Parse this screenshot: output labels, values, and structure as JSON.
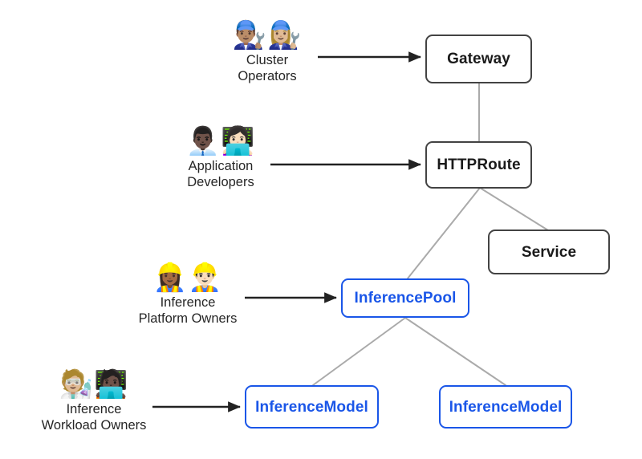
{
  "diagram": {
    "title": "Gateway API Inference Extension personas and resources",
    "background_color": "#ffffff",
    "colors": {
      "core_border": "#434343",
      "core_text": "#1a1a1a",
      "inference_border": "#1a56e8",
      "inference_text": "#1a56e8",
      "connector": "#aaaaaa",
      "arrow": "#222222",
      "actor_text": "#262626"
    }
  },
  "nodes": [
    {
      "id": "gateway",
      "label": "Gateway",
      "kind": "core"
    },
    {
      "id": "httproute",
      "label": "HTTPRoute",
      "kind": "core"
    },
    {
      "id": "service",
      "label": "Service",
      "kind": "core"
    },
    {
      "id": "inferencepool",
      "label": "InferencePool",
      "kind": "inference"
    },
    {
      "id": "inferencemodel-left",
      "label": "InferenceModel",
      "kind": "inference"
    },
    {
      "id": "inferencemodel-right",
      "label": "InferenceModel",
      "kind": "inference"
    }
  ],
  "actors": [
    {
      "id": "cluster-operators",
      "emojis": "👨🏽‍🔧👩🏼‍🔧",
      "emoji_names": [
        "man-mechanic-icon",
        "woman-mechanic-icon"
      ],
      "line1": "Cluster",
      "line2": "Operators",
      "targets": "gateway"
    },
    {
      "id": "application-developers",
      "emojis": "👨🏿‍💼👩🏻‍💻",
      "emoji_names": [
        "man-office-worker-icon",
        "woman-technologist-icon"
      ],
      "line1": "Application",
      "line2": "Developers",
      "targets": "httproute"
    },
    {
      "id": "inference-platform-owners",
      "emojis": "👷🏾‍♀️👷🏻‍♂️",
      "emoji_names": [
        "woman-construction-worker-icon",
        "man-construction-worker-icon"
      ],
      "line1": "Inference",
      "line2": "Platform Owners",
      "targets": "inferencepool"
    },
    {
      "id": "inference-workload-owners",
      "emojis": "🧑🏼‍🔬🧑🏿‍💻",
      "emoji_names": [
        "scientist-icon",
        "technologist-icon"
      ],
      "line1": "Inference",
      "line2": "Workload Owners",
      "targets": "inferencemodel-left"
    }
  ],
  "connections": [
    {
      "from": "gateway",
      "to": "httproute",
      "style": "plain-line"
    },
    {
      "from": "httproute",
      "to": "service",
      "style": "plain-line"
    },
    {
      "from": "httproute",
      "to": "inferencepool",
      "style": "plain-line"
    },
    {
      "from": "inferencepool",
      "to": "inferencemodel-left",
      "style": "plain-line"
    },
    {
      "from": "inferencepool",
      "to": "inferencemodel-right",
      "style": "plain-line"
    }
  ],
  "arrows": [
    {
      "from": "cluster-operators",
      "to": "gateway"
    },
    {
      "from": "application-developers",
      "to": "httproute"
    },
    {
      "from": "inference-platform-owners",
      "to": "inferencepool"
    },
    {
      "from": "inference-workload-owners",
      "to": "inferencemodel-left"
    }
  ]
}
